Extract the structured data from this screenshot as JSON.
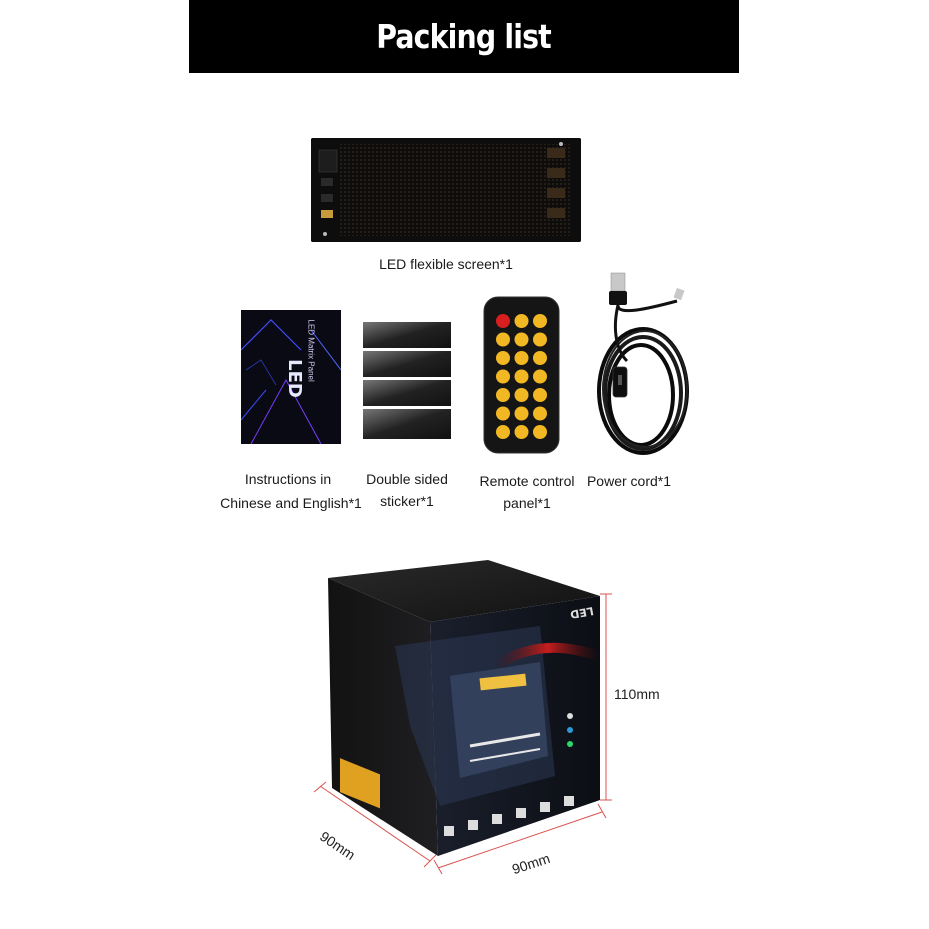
{
  "header": {
    "title": "Packing list"
  },
  "items": {
    "led_screen": {
      "caption": "LED flexible screen*1"
    },
    "instructions": {
      "caption_line1": "Instructions in",
      "caption_line2": "Chinese and English*1",
      "manual_brand": "LED",
      "manual_subtitle": "LED Matrix Panel"
    },
    "sticker": {
      "caption_line1": "Double sided",
      "caption_line2": "sticker*1"
    },
    "remote": {
      "caption_line1": "Remote control",
      "caption_line2": "panel*1"
    },
    "power_cord": {
      "caption": "Power cord*1"
    }
  },
  "box": {
    "brand": "LED",
    "height_label": "110mm",
    "depth_label": "90mm",
    "width_label": "90mm"
  },
  "colors": {
    "banner": "#000000",
    "remote_buttons": "#f2b824",
    "remote_power": "#d81e1e",
    "dimension_lines": "#d9534f"
  }
}
